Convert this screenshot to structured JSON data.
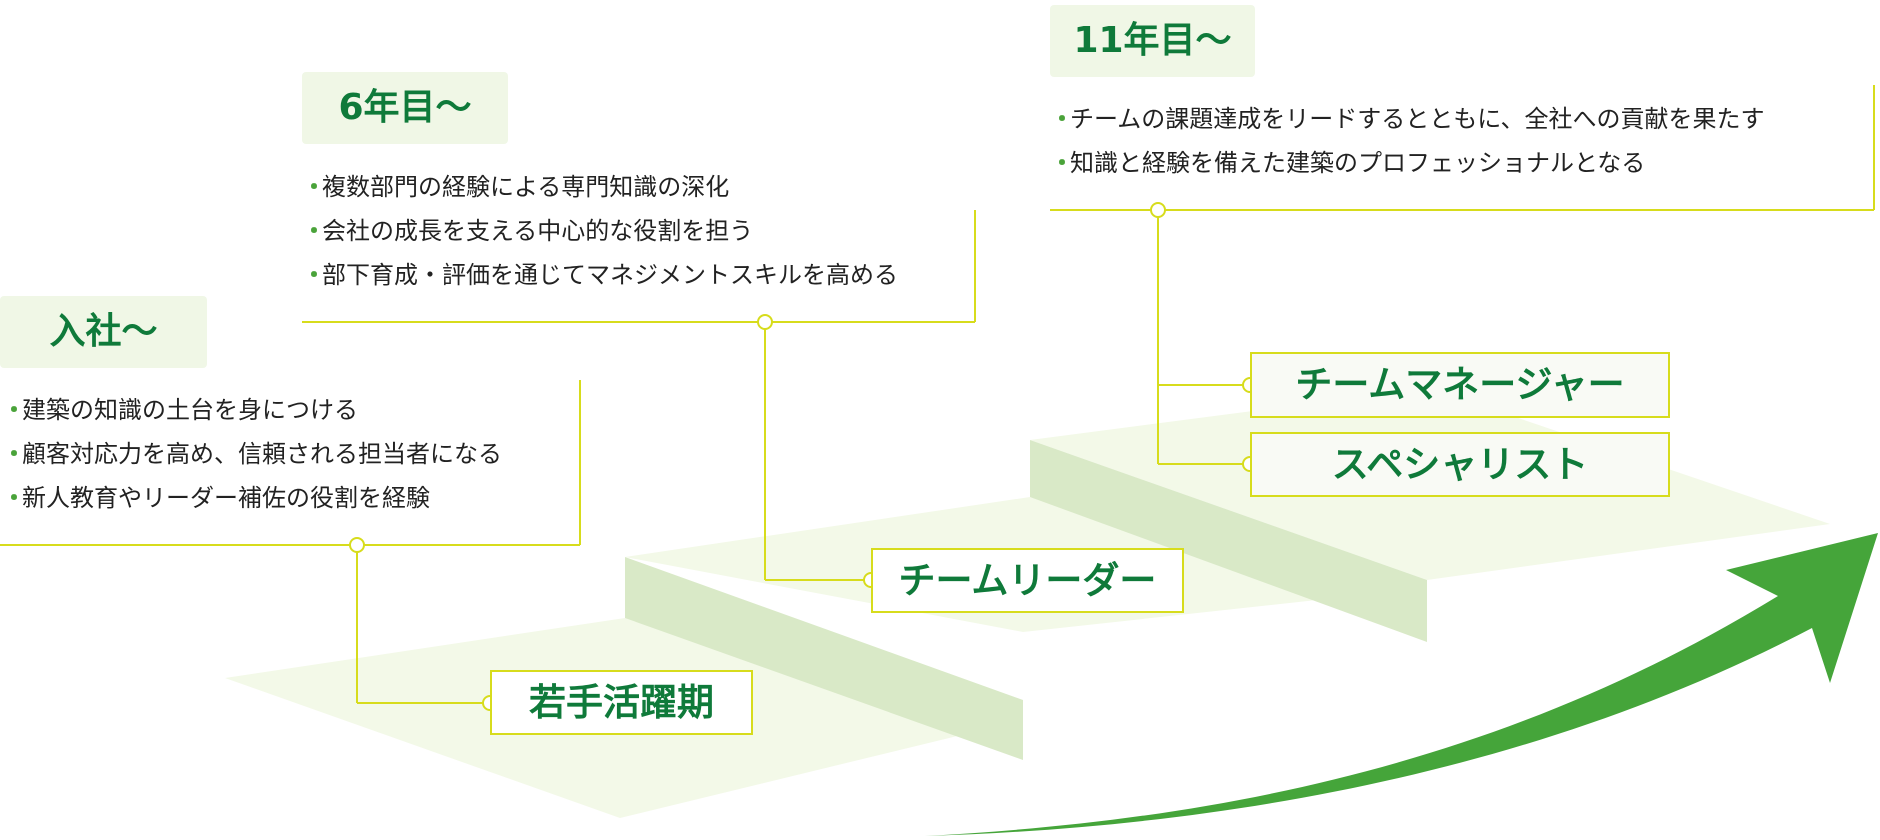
{
  "stages": [
    {
      "heading": "入社〜",
      "items": [
        "建築の知識の土台を身につける",
        "顧客対応力を高め、信頼される担当者になる",
        "新人教育やリーダー補佐の役割を経験"
      ],
      "roles": [
        "若手活躍期"
      ]
    },
    {
      "heading": "6年目〜",
      "items": [
        "複数部門の経験による専門知識の深化",
        "会社の成長を支える中心的な役割を担う",
        "部下育成・評価を通じてマネジメントスキルを高める"
      ],
      "roles": [
        "チームリーダー"
      ]
    },
    {
      "heading": "11年目〜",
      "items": [
        "チームの課題達成をリードするとともに、全社への貢献を果たす",
        "知識と経験を備えた建築のプロフェッショナルとなる"
      ],
      "roles": [
        "チームマネージャー",
        "スペシャリスト"
      ]
    }
  ],
  "bullet_symbol": "・",
  "colors": {
    "heading_bg": "#f0f7e6",
    "heading_text": "#0f7a3a",
    "connector_line": "#d7dc1c",
    "step_top": "#f3f9e8",
    "step_riser": "#d9e9c7",
    "arrow": "#45a53a",
    "body_text": "#222222"
  }
}
